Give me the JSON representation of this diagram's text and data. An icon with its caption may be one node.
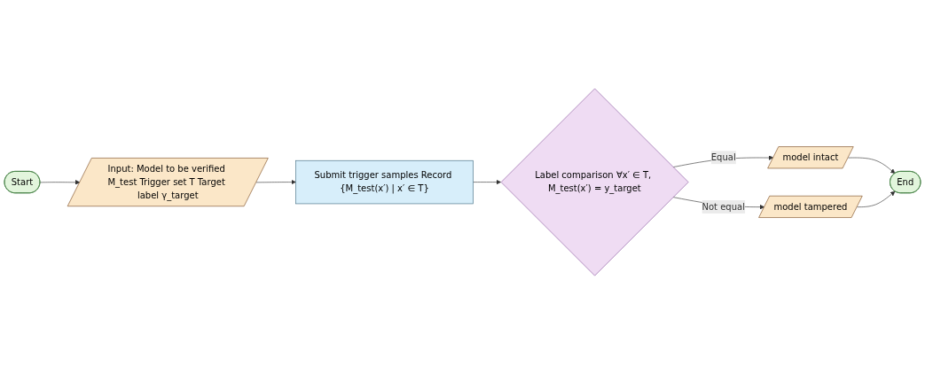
{
  "diagram": {
    "nodes": [
      {
        "text": [
          "Start"
        ]
      },
      {
        "text": [
          "Input: Model to be verified M_test Trigger set T Target label γ_target"
        ]
      },
      {
        "text": [
          "Submit trigger samples Record {M_test(x′) | x′ ∈ T}"
        ]
      },
      {
        "text": [
          "Label comparison ∀x′ ∈ T, M_test(x′) = y_target"
        ]
      },
      {
        "text": [
          "model intact"
        ]
      },
      {
        "text": [
          "model tampered"
        ]
      },
      {
        "text": [
          "End"
        ]
      }
    ],
    "edges": [
      {
        "from": 0,
        "to": 1,
        "arrow": "to"
      },
      {
        "from": 1,
        "to": 2,
        "arrow": "to"
      },
      {
        "from": 2,
        "to": 3,
        "arrow": "to"
      },
      {
        "from": 3,
        "to": 4,
        "label": "Equal",
        "arrow": "to"
      },
      {
        "from": 3,
        "to": 5,
        "label": "Not equal",
        "arrow": "to"
      },
      {
        "from": 4,
        "to": 6,
        "arrow": "to"
      },
      {
        "from": 5,
        "to": 6,
        "arrow": "to"
      }
    ]
  }
}
